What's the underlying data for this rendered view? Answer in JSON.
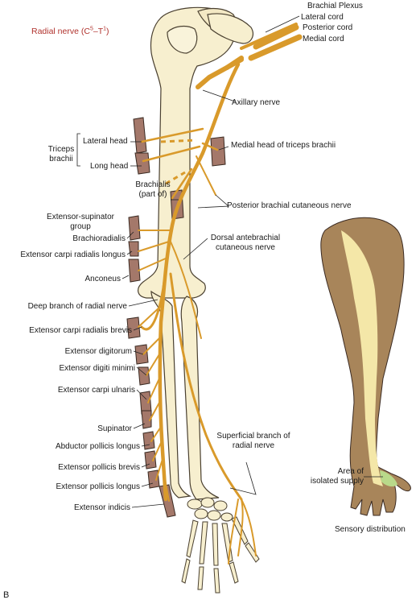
{
  "figure": {
    "title": "Radial nerve (C5-T1)",
    "title_main": "Radial nerve (C",
    "title_sup1": "5",
    "title_dash": "–T",
    "title_sup2": "1",
    "title_close": ")",
    "panel_letter": "B",
    "sensory_caption": "Sensory distribution"
  },
  "plexus": {
    "heading": "Brachial Plexus",
    "cords": [
      "Lateral cord",
      "Posterior cord",
      "Medial cord"
    ]
  },
  "labels": {
    "axillary_nerve": "Axillary nerve",
    "triceps": "Triceps",
    "brachii": "brachii",
    "lateral_head": "Lateral head",
    "long_head": "Long head",
    "medial_head_triceps": "Medial head of triceps brachii",
    "brachialis": "Brachialis",
    "part_of": "(part of)",
    "posterior_brachial_cutaneous": "Posterior brachial cutaneous nerve",
    "extensor_supinator_group_1": "Extensor-supinator",
    "extensor_supinator_group_2": "group",
    "brachioradialis": "Brachioradialis",
    "ecr_longus": "Extensor carpi radialis longus",
    "anconeus": "Anconeus",
    "dorsal_antebrachial_1": "Dorsal antebrachial",
    "dorsal_antebrachial_2": "cutaneous nerve",
    "deep_branch": "Deep branch of radial nerve",
    "ecr_brevis": "Extensor carpi radialis brevis",
    "extensor_digitorum": "Extensor digitorum",
    "extensor_digiti_minimi": "Extensor digiti minimi",
    "extensor_carpi_ulnaris": "Extensor carpi ulnaris",
    "supinator": "Supinator",
    "abductor_pollicis_longus": "Abductor pollicis longus",
    "extensor_pollicis_brevis": "Extensor pollicis brevis",
    "extensor_pollicis_longus": "Extensor pollicis longus",
    "extensor_indicis": "Extensor indicis",
    "superficial_branch_1": "Superficial branch of",
    "superficial_branch_2": "radial nerve",
    "isolated_supply_1": "Area of",
    "isolated_supply_2": "isolated supply"
  },
  "colors": {
    "nerve": "#d99a2b",
    "bone": "#f7efcf",
    "bone_outline": "#4a4030",
    "muscle": "#a4786a",
    "skin": "#a8855a",
    "sensory_zone": "#f4e7a8",
    "isolated_zone": "#b9d98a",
    "title": "#b0322d",
    "leader": "#222222"
  }
}
